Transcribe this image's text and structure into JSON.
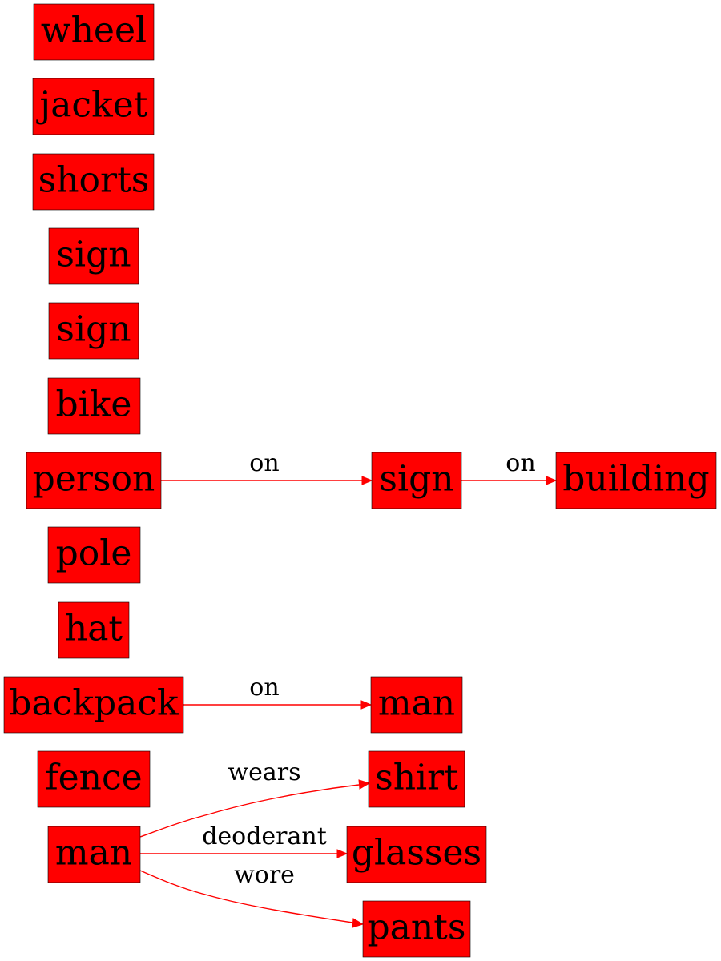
{
  "nodes": {
    "wheel": "wheel",
    "jacket": "jacket",
    "shorts": "shorts",
    "sign1": "sign",
    "sign2": "sign",
    "bike": "bike",
    "person": "person",
    "sign3": "sign",
    "building": "building",
    "pole": "pole",
    "hat": "hat",
    "backpack": "backpack",
    "man_target": "man",
    "fence": "fence",
    "man": "man",
    "shirt": "shirt",
    "glasses": "glasses",
    "pants": "pants"
  },
  "edges": {
    "person_sign": "on",
    "sign_building": "on",
    "backpack_man": "on",
    "man_shirt": "wears",
    "man_glasses": "deoderant",
    "man_pants": "wore"
  },
  "colors": {
    "node_fill": "#ff0000",
    "edge": "#ff0000",
    "text": "#000000"
  }
}
